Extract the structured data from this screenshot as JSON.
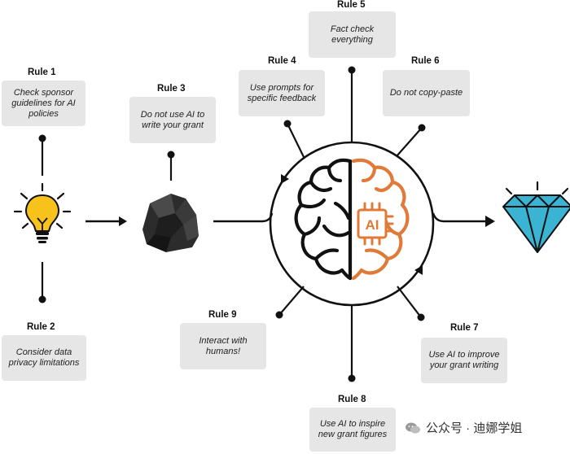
{
  "rules": [
    {
      "id": "r1",
      "title": "Rule 1",
      "text": "Check sponsor guidelines for AI policies"
    },
    {
      "id": "r2",
      "title": "Rule 2",
      "text": "Consider data privacy limitations"
    },
    {
      "id": "r3",
      "title": "Rule 3",
      "text": "Do not use AI to write your grant"
    },
    {
      "id": "r4",
      "title": "Rule 4",
      "text": "Use prompts for specific feedback"
    },
    {
      "id": "r5",
      "title": "Rule 5",
      "text": "Fact check everything"
    },
    {
      "id": "r6",
      "title": "Rule 6",
      "text": "Do not copy-paste"
    },
    {
      "id": "r7",
      "title": "Rule 7",
      "text": "Use AI to improve your grant writing"
    },
    {
      "id": "r8",
      "title": "Rule 8",
      "text": "Use AI to inspire new grant figures"
    },
    {
      "id": "r9",
      "title": "Rule 9",
      "text": "Interact with humans!"
    }
  ],
  "chip_label": "AI",
  "watermark": "公众号 · 迪娜学姐",
  "icons": [
    "lightbulb-icon",
    "coal-rock-icon",
    "brain-ai-icon",
    "diamond-icon",
    "wechat-icon"
  ],
  "colors": {
    "bulb": "#f7c21b",
    "brain_right": "#e07a38",
    "diamond": "#3bb4d4",
    "box": "#e6e6e6",
    "line": "#111111"
  }
}
